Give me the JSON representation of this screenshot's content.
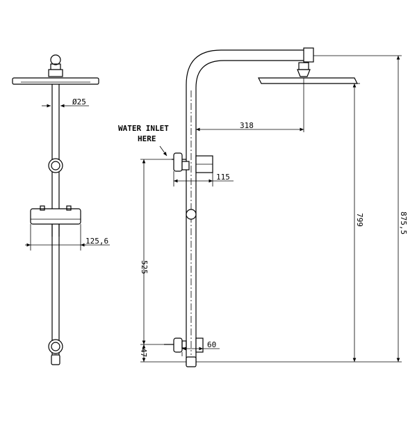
{
  "annotations": {
    "water_inlet_line1": "WATER INLET",
    "water_inlet_line2": "HERE"
  },
  "dimensions": {
    "head_diameter": "Ø25",
    "slider_width": "125,6",
    "arm_reach": "318",
    "upper_inlet_offset": "115",
    "inlet_spacing": "525",
    "lower_inlet_offset": "60",
    "bottom_height": "47",
    "head_height": "799",
    "overall_height": "875,5"
  }
}
